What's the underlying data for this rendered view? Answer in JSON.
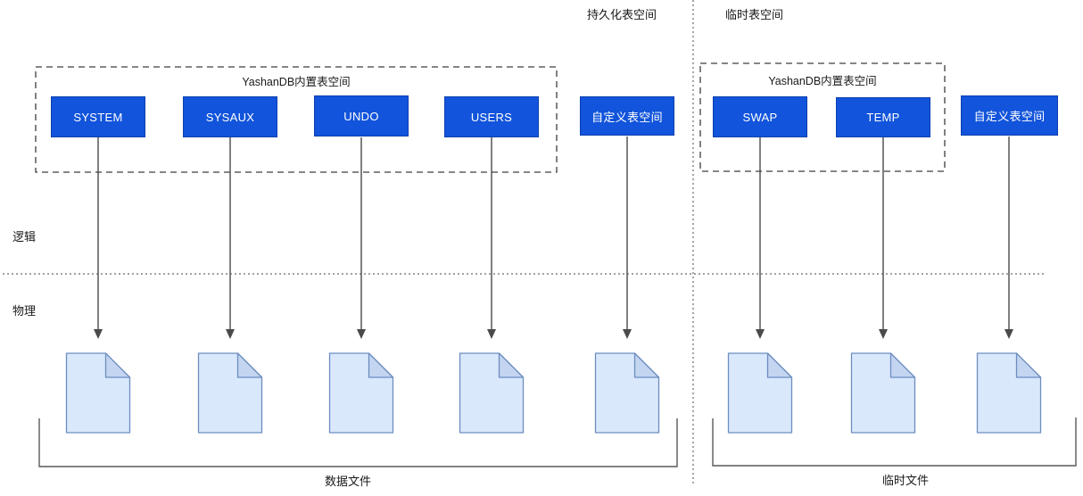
{
  "header": {
    "persistent_label": "持久化表空间",
    "temporary_label": "临时表空间"
  },
  "layers": {
    "logical_label": "逻辑",
    "physical_label": "物理"
  },
  "groups": {
    "persistent_builtin": {
      "title": "YashanDB内置表空间",
      "tablespaces": [
        "SYSTEM",
        "SYSAUX",
        "UNDO",
        "USERS"
      ]
    },
    "persistent_custom": {
      "label": "自定义表空间"
    },
    "temporary_builtin": {
      "title": "YashanDB内置表空间",
      "tablespaces": [
        "SWAP",
        "TEMP"
      ]
    },
    "temporary_custom": {
      "label": "自定义表空间"
    }
  },
  "footer": {
    "data_files_label": "数据文件",
    "temp_files_label": "临时文件"
  },
  "icons": {
    "file_icon": "document-with-folded-corner"
  },
  "colors": {
    "tablespace_fill": "#1254db",
    "tablespace_text": "#ffffff",
    "file_fill": "#dae8fc",
    "file_flap": "#c3d5f0",
    "file_stroke": "#6c8ebf",
    "dash_color": "#3d3d3d",
    "divider_color": "#6b6b6b",
    "line_color": "#4a4a4a",
    "bracket_color": "#595959"
  }
}
